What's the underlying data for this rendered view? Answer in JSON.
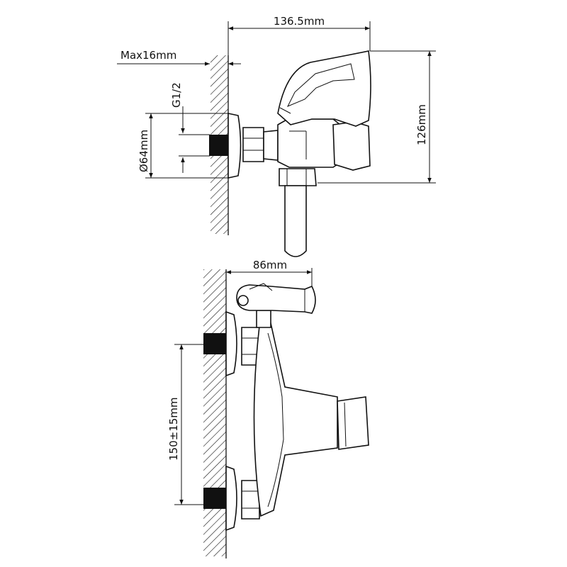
{
  "dimensions": {
    "width_top": "136.5mm",
    "max_depth": "Max16mm",
    "thread": "G1/2",
    "flange_diameter": "Ø64mm",
    "height": "126mm",
    "width_bottom": "86mm",
    "center_distance": "150±15mm"
  }
}
